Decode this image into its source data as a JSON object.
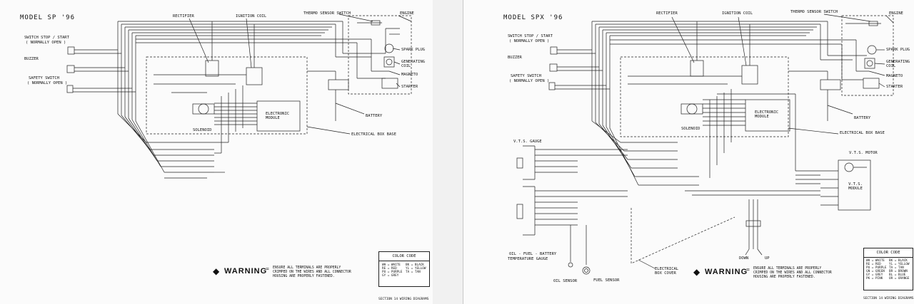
{
  "left": {
    "title": "MODEL SP '96",
    "labels": {
      "rectifier": "RECTIFIER",
      "ignition_coil": "IGNITION COIL",
      "thermo_sensor_switch": "THERMO SENSOR SWITCH",
      "engine": "ENGINE",
      "switch_stop_start": "SWITCH STOP / START",
      "normally_open_1": "( NORMALLY OPEN )",
      "buzzer": "BUZZER",
      "safety_switch": "SAFETY SWITCH",
      "normally_open_2": "( NORMALLY OPEN )",
      "spark_plug": "SPARK PLUG",
      "generating_coil": "GENERATING COIL",
      "magneto": "MAGNETO",
      "starter": "STARTER",
      "electronic_module": "ELECTRONIC MODULE",
      "solenoid": "SOLENOID",
      "battery": "BATTERY",
      "electrical_box_base": "ELECTRICAL BOX BASE"
    },
    "color_code": {
      "title": "COLOR CODE",
      "rows": [
        "WH = WHITE",
        "RE = RED",
        "PU = PURPLE",
        "GY = GREY",
        "BK = BLACK",
        "YL = YELLOW",
        "TA = TAN"
      ]
    },
    "warning": {
      "word": "WARNING",
      "lines": [
        "ENSURE ALL TERMINALS ARE PROPERLY",
        "CRIMPED ON THE WIRES AND ALL CONNECTOR",
        "HOUSING ARE PROPERLY FASTENED."
      ]
    },
    "footer": "SECTION 14   WIRING DIAGRAMS"
  },
  "right": {
    "title": "MODEL SPX '96",
    "labels": {
      "rectifier": "RECTIFIER",
      "ignition_coil": "IGNITION COIL",
      "thermo_sensor_switch": "THERMO SENSOR SWITCH",
      "engine": "ENGINE",
      "switch_stop_start": "SWITCH STOP / START",
      "normally_open_1": "( NORMALLY OPEN )",
      "buzzer": "BUZZER",
      "safety_switch": "SAFETY SWITCH",
      "normally_open_2": "( NORMALLY OPEN )",
      "spark_plug": "SPARK PLUG",
      "generating_coil": "GENERATING COIL",
      "magneto": "MAGNETO",
      "starter": "STARTER",
      "electronic_module": "ELECTRONIC MODULE",
      "solenoid": "SOLENOID",
      "battery": "BATTERY",
      "electrical_box_base": "ELECTRICAL BOX BASE",
      "vts_gauge": "V.T.S. GAUGE",
      "vts_motor": "V.T.S. MOTOR",
      "vts_module": "V.T.S. MODULE",
      "oil_fuel_battery": "OIL - FUEL - BATTERY",
      "temperature_gauge": "TEMPERATURE GAUGE",
      "oil_sensor": "OIL SENSOR",
      "fuel_sensor": "FUEL SENSOR",
      "electrical_box_cover": "ELECTRICAL BOX COVER",
      "down": "DOWN",
      "up": "UP"
    },
    "color_code": {
      "title": "COLOR CODE",
      "rows": [
        "WH = WHITE",
        "RE = RED",
        "PU = PURPLE",
        "GN = GREEN",
        "GY = GREY",
        "PK = PINK",
        "BK = BLACK",
        "YL = YELLOW",
        "TA = TAN",
        "BR = BROWN",
        "BL = BLUE",
        "OR = ORANGE"
      ]
    },
    "warning": {
      "word": "WARNING",
      "lines": [
        "ENSURE ALL TERMINALS ARE PROPERLY",
        "CRIMPED ON THE WIRES AND ALL CONNECTOR",
        "HOUSING ARE PROPERLY FASTENED."
      ]
    },
    "footer": "SECTION 14   WIRING DIAGRAMS"
  }
}
